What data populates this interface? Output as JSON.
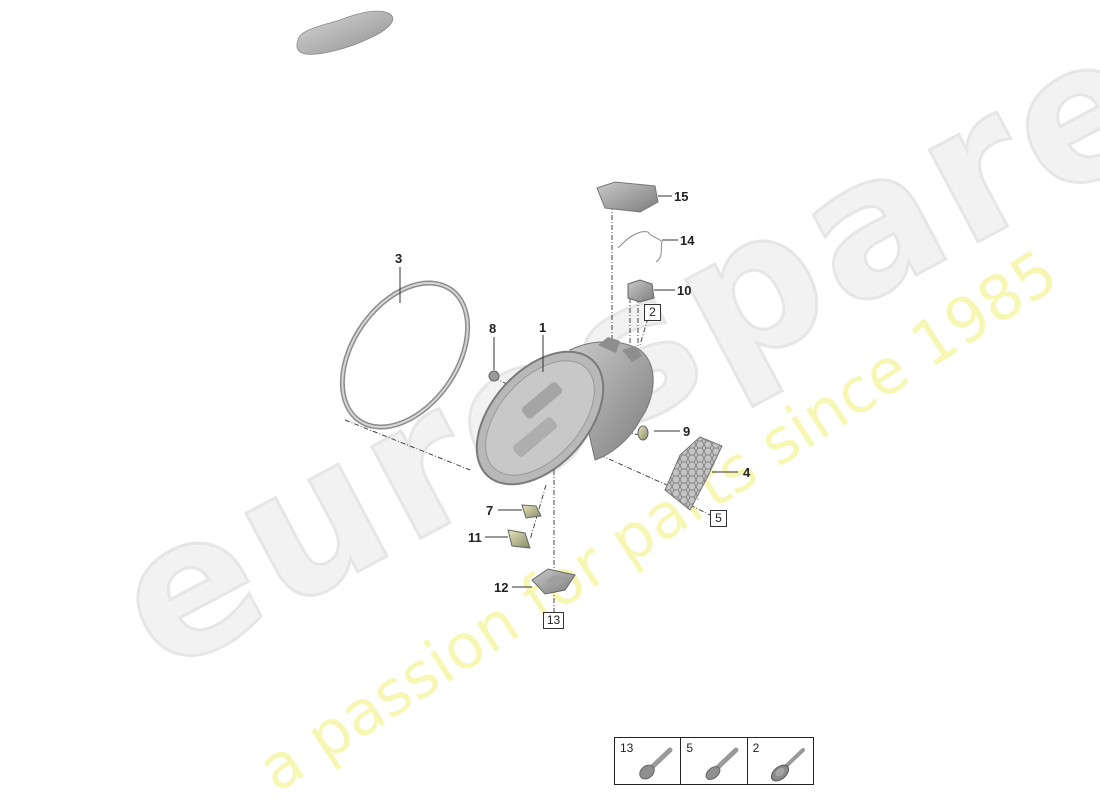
{
  "watermark": {
    "brand": "eurospares",
    "tagline": "a passion for parts since 1985"
  },
  "thumbnail": {
    "name": "vehicle-silhouette"
  },
  "diagram": {
    "subject": "headlight assembly exploded view",
    "callouts": [
      {
        "id": "1",
        "label": "1"
      },
      {
        "id": "3",
        "label": "3"
      },
      {
        "id": "4",
        "label": "4"
      },
      {
        "id": "7",
        "label": "7"
      },
      {
        "id": "8",
        "label": "8"
      },
      {
        "id": "9",
        "label": "9"
      },
      {
        "id": "10",
        "label": "10"
      },
      {
        "id": "11",
        "label": "11"
      },
      {
        "id": "12",
        "label": "12"
      },
      {
        "id": "14",
        "label": "14"
      },
      {
        "id": "15",
        "label": "15"
      }
    ],
    "ref_boxes": [
      {
        "id": "2",
        "label": "2"
      },
      {
        "id": "5",
        "label": "5"
      },
      {
        "id": "13",
        "label": "13"
      }
    ]
  },
  "fastener_table": {
    "cells": [
      {
        "label": "13",
        "icon": "screw-icon"
      },
      {
        "label": "5",
        "icon": "screw-icon"
      },
      {
        "label": "2",
        "icon": "flange-screw-icon"
      }
    ]
  },
  "colors": {
    "line": "#333333",
    "part_gray": "#9a9a9a",
    "watermark_gray": "#eeeeee",
    "watermark_yellow": "#f6f6a8"
  }
}
